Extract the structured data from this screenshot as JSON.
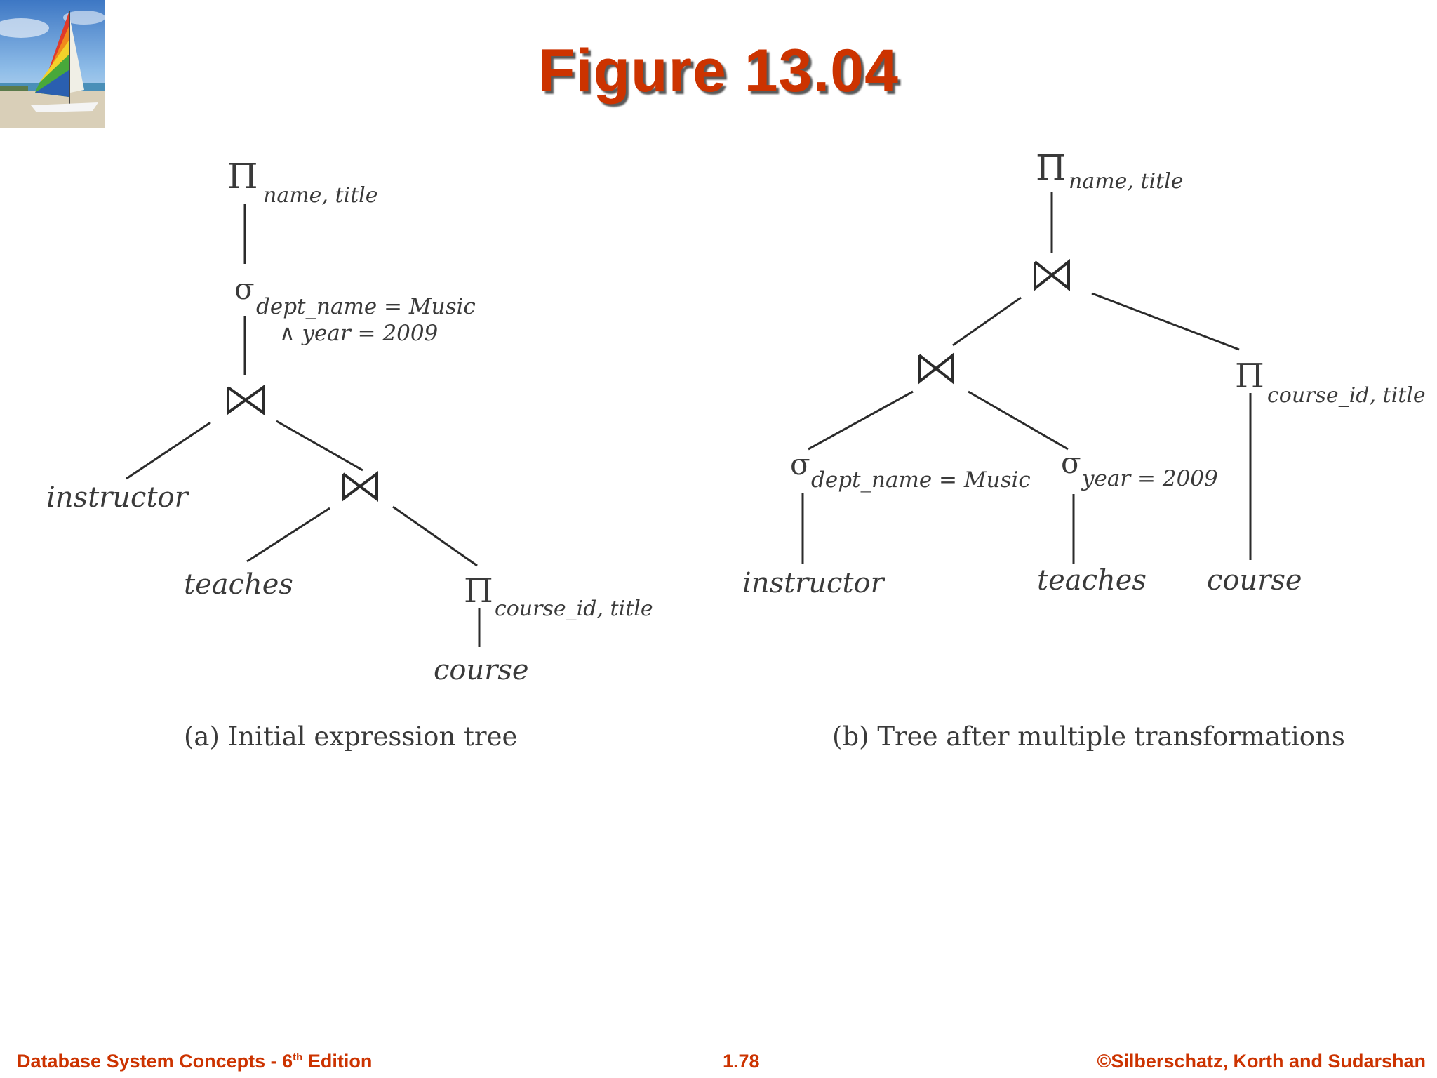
{
  "slide": {
    "title": "Figure 13.04"
  },
  "tree_a": {
    "root_projection": {
      "symbol": "Π",
      "subscript": "name, title"
    },
    "selection": {
      "symbol": "σ",
      "condition_line1": "dept_name = Music",
      "condition_line2": "∧ year = 2009"
    },
    "join1": {
      "symbol": "⋈"
    },
    "leaf_instructor": "instructor",
    "join2": {
      "symbol": "⋈"
    },
    "leaf_teaches": "teaches",
    "projection2": {
      "symbol": "Π",
      "subscript": "course_id, title"
    },
    "leaf_course": "course",
    "caption": "(a) Initial expression tree"
  },
  "tree_b": {
    "root_projection": {
      "symbol": "Π",
      "subscript": "name, title"
    },
    "join_top": {
      "symbol": "⋈"
    },
    "join_left": {
      "symbol": "⋈"
    },
    "projection2": {
      "symbol": "Π",
      "subscript": "course_id, title"
    },
    "selection1": {
      "symbol": "σ",
      "subscript": "dept_name = Music"
    },
    "selection2": {
      "symbol": "σ",
      "subscript": "year = 2009"
    },
    "leaf_instructor": "instructor",
    "leaf_teaches": "teaches",
    "leaf_course": "course",
    "caption": "(b) Tree after multiple transformations"
  },
  "footer": {
    "left_main": "Database System Concepts - 6",
    "left_sup": "th",
    "left_tail": " Edition",
    "center": "1.78",
    "right": "©Silberschatz, Korth and Sudarshan"
  },
  "colors": {
    "title": "#cc3300",
    "footer": "#cc3300",
    "diagram_ink": "#333333"
  },
  "icons": {
    "logo": "sailboat-logo-icon"
  }
}
